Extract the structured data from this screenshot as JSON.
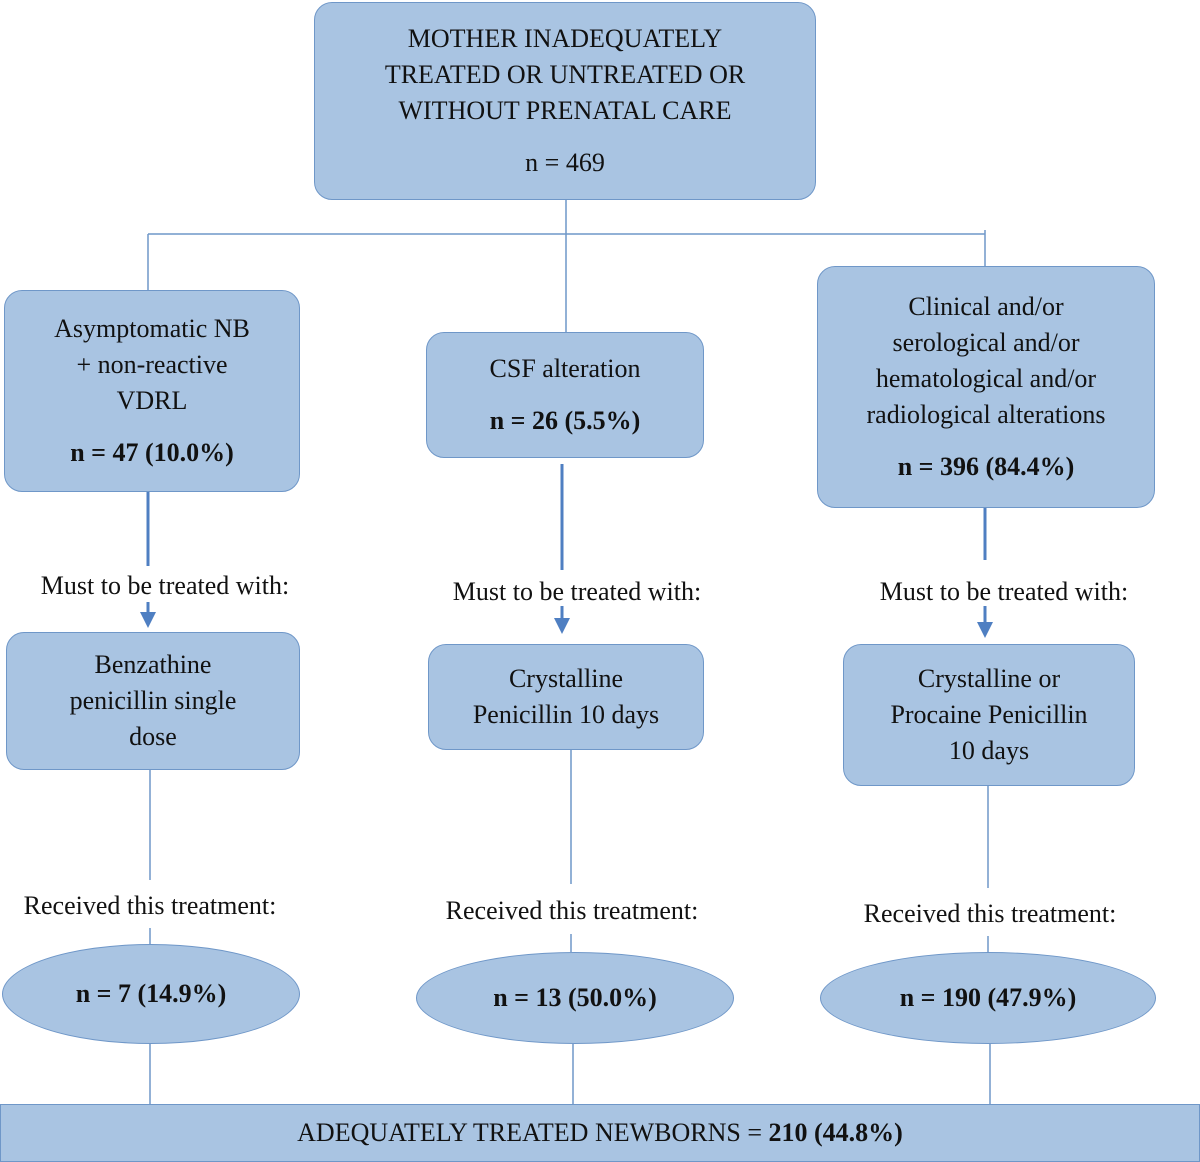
{
  "top": {
    "lines": [
      "MOTHER INADEQUATELY",
      "TREATED OR UNTREATED OR",
      "WITHOUT PRENATAL CARE"
    ],
    "n": "n = 469"
  },
  "left": {
    "group_lines": [
      "Asymptomatic NB",
      "+ non-reactive",
      "VDRL"
    ],
    "group_n": "n = 47 (10.0%)",
    "must_label": "Must to be treated with:",
    "treatment_lines": [
      "Benzathine",
      "penicillin single",
      "dose"
    ],
    "received_label": "Received this treatment:",
    "received_n": "n = 7 (14.9%)"
  },
  "middle": {
    "group_lines": [
      "CSF alteration"
    ],
    "group_n": "n = 26 (5.5%)",
    "must_label": "Must to be treated with:",
    "treatment_lines": [
      "Crystalline",
      "Penicillin 10 days"
    ],
    "received_label": "Received this treatment:",
    "received_n": "n = 13 (50.0%)"
  },
  "right": {
    "group_lines": [
      "Clinical and/or",
      "serological and/or",
      "hematological and/or",
      "radiological alterations"
    ],
    "group_n": "n = 396 (84.4%)",
    "must_label": "Must to be treated with:",
    "treatment_lines": [
      "Crystalline or",
      "Procaine Penicillin",
      "10 days"
    ],
    "received_label": "Received this treatment:",
    "received_n": "n = 190 (47.9%)"
  },
  "bottom": {
    "label": "ADEQUATELY TREATED NEWBORNS = ",
    "value": "210 (44.8%)"
  },
  "colors": {
    "box_fill": "#a9c4e2",
    "box_border": "#6f97c8",
    "line": "#6f97c8",
    "arrow": "#4f7fc2"
  }
}
